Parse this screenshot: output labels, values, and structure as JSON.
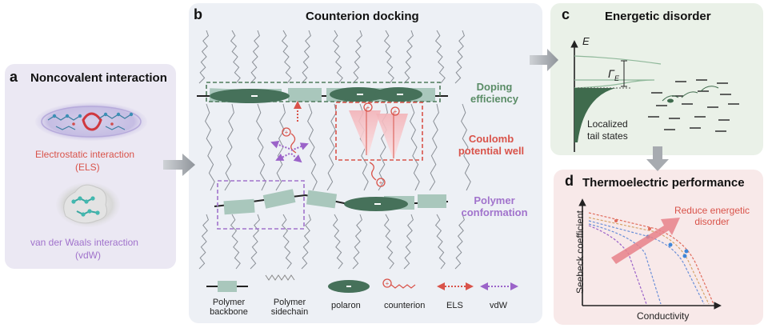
{
  "panel_a": {
    "letter": "a",
    "title": "Noncovalent interaction",
    "els_line1": "Electrostatic interaction",
    "els_line2": "(ELS)",
    "vdw_line1": "van der Waals interaction",
    "vdw_line2": "(vdW)"
  },
  "panel_b": {
    "letter": "b",
    "title": "Counterion docking",
    "doping_line1": "Doping",
    "doping_line2": "efficiency",
    "coulomb_line1": "Coulomb",
    "coulomb_line2": "potential well",
    "conformation_line1": "Polymer",
    "conformation_line2": "conformation",
    "polaron_sign": "−",
    "counterion_sign": "+",
    "legend": {
      "backbone_line1": "Polymer",
      "backbone_line2": "backbone",
      "sidechain_line1": "Polymer",
      "sidechain_line2": "sidechain",
      "polaron": "polaron",
      "counterion": "counterion",
      "els": "ELS",
      "vdw": "vdW"
    }
  },
  "panel_c": {
    "letter": "c",
    "title": "Energetic disorder",
    "axis_label": "E",
    "gamma_label": "Γ",
    "gamma_sub": "E",
    "tail_line1": "Localized",
    "tail_line2": "tail states"
  },
  "panel_d": {
    "letter": "d",
    "title": "Thermoelectric performance",
    "ylabel": "Seebeck coefficient",
    "xlabel": "Conductivity",
    "arrow_line1": "Reduce energetic",
    "arrow_line2": "disorder"
  },
  "colors": {
    "green_dark": "#4f7a5c",
    "green_text": "#5a8c66",
    "red_text": "#d9534a",
    "purple_text": "#a173cc",
    "backbone_fill": "#a9c7bc",
    "polaron_fill": "#46715a",
    "pink_arrow": "#e8818a"
  }
}
